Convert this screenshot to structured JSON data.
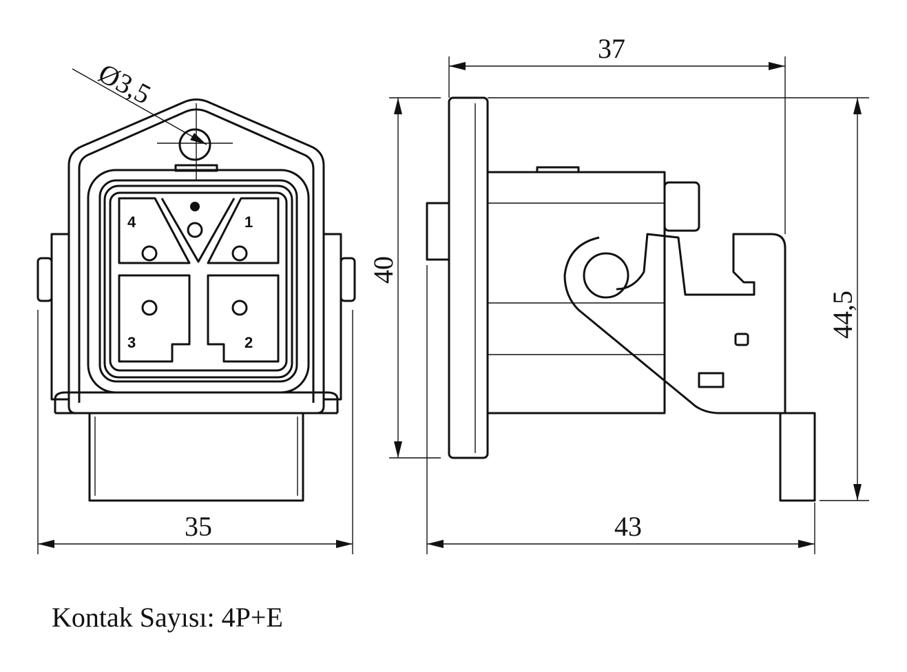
{
  "dimensions": {
    "hole_diameter": "Ø3,5",
    "front_width": "35",
    "flange_height": "40",
    "depth_top": "37",
    "total_height": "44,5",
    "total_depth": "43"
  },
  "pins": [
    "1",
    "2",
    "3",
    "4"
  ],
  "caption": "Kontak Sayısı: 4P+E"
}
